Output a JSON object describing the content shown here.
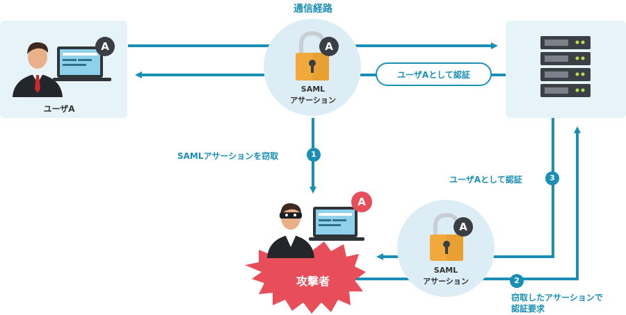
{
  "title": "通信経路",
  "user": {
    "label": "ユーザA",
    "badge": "A"
  },
  "saml_top": {
    "line1": "SAML",
    "line2": "アサーション",
    "badge": "A"
  },
  "pill": {
    "label": "ユーザAとして認証"
  },
  "step1": {
    "num": "1",
    "label": "SAMLアサーションを窃取"
  },
  "step2": {
    "num": "2",
    "line1": "窃取したアサーションで",
    "line2": "認証要求"
  },
  "step3": {
    "num": "3",
    "label": "ユーザAとして認証"
  },
  "attacker": {
    "label": "攻撃者",
    "badge": "A"
  },
  "saml_bottom": {
    "line1": "SAML",
    "line2": "アサーション",
    "badge": "A"
  },
  "colors": {
    "accent": "#1a8fb5",
    "panel": "#e6f3f9",
    "circle": "#dcedf6",
    "danger": "#e84e5a",
    "lock": "#f0a93a",
    "badge_dark": "#3a3f45"
  }
}
